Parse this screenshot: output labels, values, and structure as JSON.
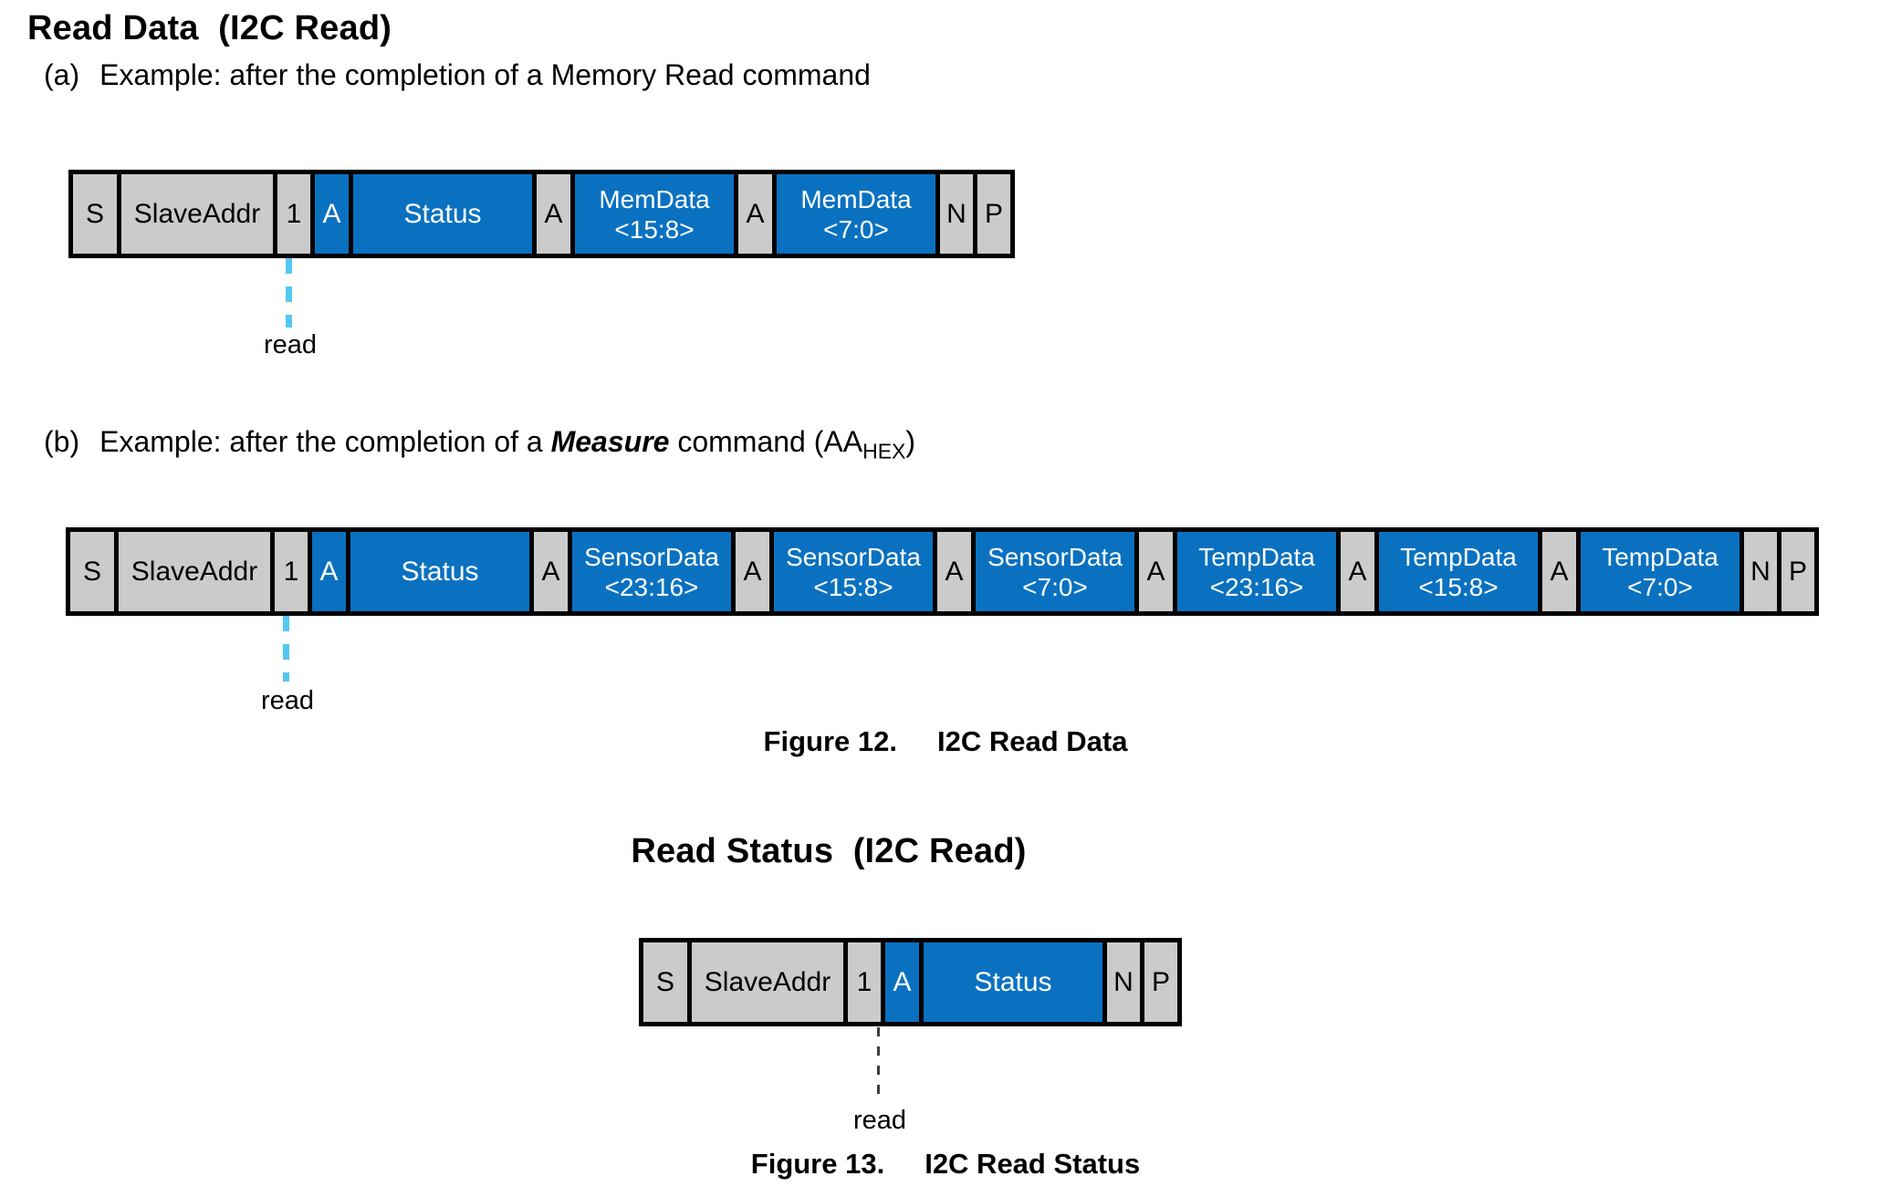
{
  "headings": {
    "read_data": "Read Data  (I2C Read)",
    "read_status": "Read Status  (I2C Read)"
  },
  "examples": {
    "a": {
      "label": "(a)",
      "text": "Example: after the completion of a Memory Read command"
    },
    "b": {
      "label": "(b)",
      "text_before": "Example: after the completion of a ",
      "emphasis": "Measure",
      "text_mid": " command (AA",
      "subscript": "HEX",
      "text_after": ")"
    }
  },
  "read_markers": {
    "a": "read",
    "b": "read",
    "status": "read"
  },
  "captions": {
    "fig12": {
      "number": "Figure 12.",
      "title": "I2C Read Data"
    },
    "fig13": {
      "number": "Figure 13.",
      "title": "I2C Read Status"
    }
  },
  "colors": {
    "cell_blue": "#0a71c0",
    "cell_gray": "#cbcbcb",
    "border_black": "#000000",
    "read_marker_cyan": "#53c8f2",
    "read_marker_dark": "#3d3d3d",
    "text_on_blue": "#ffffff"
  },
  "diagrams": {
    "memory_read": {
      "cells": [
        {
          "label": "S",
          "kind": "start"
        },
        {
          "label": "SlaveAddr",
          "kind": "addr"
        },
        {
          "label": "1",
          "kind": "bit"
        },
        {
          "label": "A",
          "kind": "ack",
          "blue": true
        },
        {
          "label": "Status",
          "kind": "status",
          "blue": true
        },
        {
          "label": "A",
          "kind": "ack"
        },
        {
          "label": "MemData",
          "sub": "<15:8>",
          "kind": "data",
          "blue": true
        },
        {
          "label": "A",
          "kind": "ack"
        },
        {
          "label": "MemData",
          "sub": "<7:0>",
          "kind": "data",
          "blue": true
        },
        {
          "label": "N",
          "kind": "nack"
        },
        {
          "label": "P",
          "kind": "stop"
        }
      ]
    },
    "measure_read": {
      "cells": [
        {
          "label": "S",
          "kind": "start"
        },
        {
          "label": "SlaveAddr",
          "kind": "addr"
        },
        {
          "label": "1",
          "kind": "bit"
        },
        {
          "label": "A",
          "kind": "ack",
          "blue": true
        },
        {
          "label": "Status",
          "kind": "status",
          "blue": true
        },
        {
          "label": "A",
          "kind": "ack"
        },
        {
          "label": "SensorData",
          "sub": "<23:16>",
          "kind": "data",
          "blue": true
        },
        {
          "label": "A",
          "kind": "ack"
        },
        {
          "label": "SensorData",
          "sub": "<15:8>",
          "kind": "data",
          "blue": true
        },
        {
          "label": "A",
          "kind": "ack"
        },
        {
          "label": "SensorData",
          "sub": "<7:0>",
          "kind": "data",
          "blue": true
        },
        {
          "label": "A",
          "kind": "ack"
        },
        {
          "label": "TempData",
          "sub": "<23:16>",
          "kind": "data",
          "blue": true
        },
        {
          "label": "A",
          "kind": "ack"
        },
        {
          "label": "TempData",
          "sub": "<15:8>",
          "kind": "data",
          "blue": true
        },
        {
          "label": "A",
          "kind": "ack"
        },
        {
          "label": "TempData",
          "sub": "<7:0>",
          "kind": "data",
          "blue": true
        },
        {
          "label": "N",
          "kind": "nack"
        },
        {
          "label": "P",
          "kind": "stop"
        }
      ]
    },
    "read_status": {
      "cells": [
        {
          "label": "S",
          "kind": "start"
        },
        {
          "label": "SlaveAddr",
          "kind": "addr"
        },
        {
          "label": "1",
          "kind": "bit"
        },
        {
          "label": "A",
          "kind": "ack",
          "blue": true
        },
        {
          "label": "Status",
          "kind": "status",
          "blue": true
        },
        {
          "label": "N",
          "kind": "nack"
        },
        {
          "label": "P",
          "kind": "stop"
        }
      ]
    }
  }
}
